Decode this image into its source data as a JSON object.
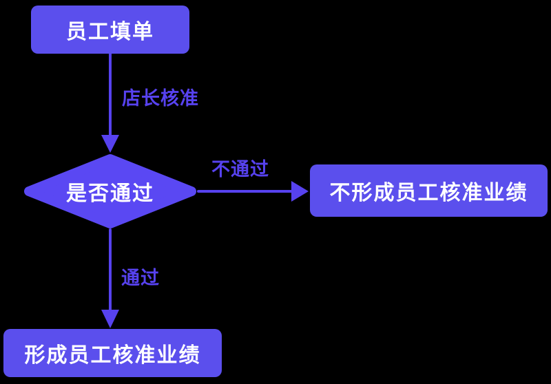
{
  "flowchart": {
    "background": "#000000",
    "colors": {
      "background": "#000000",
      "node_fill": "#5b4fed",
      "diamond_fill": "#5a48f3",
      "node_text": "#ffffff",
      "connector": "#5742ef",
      "edge_label": "#5742ef"
    },
    "nodes": {
      "start": {
        "label": "员工填单",
        "type": "process"
      },
      "decision": {
        "label": "是否通过",
        "type": "decision"
      },
      "reject": {
        "label": "不形成员工核准业绩",
        "type": "process"
      },
      "approve": {
        "label": "形成员工核准业绩",
        "type": "process"
      }
    },
    "edges": {
      "start_to_decision": {
        "label": "店长核准"
      },
      "decision_to_reject": {
        "label": "不通过"
      },
      "decision_to_approve": {
        "label": "通过"
      }
    }
  }
}
